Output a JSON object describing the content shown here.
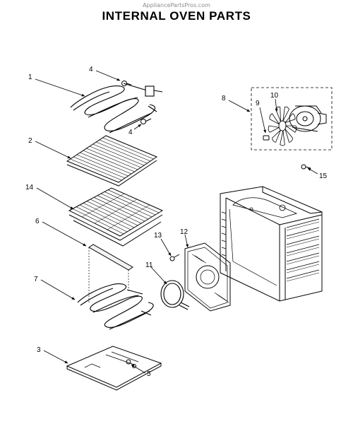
{
  "watermark": "AppliancePartsPros.com",
  "title": "INTERNAL OVEN PARTS",
  "callouts": [
    "1",
    "2",
    "3",
    "4",
    "4",
    "5",
    "6",
    "7",
    "8",
    "9",
    "10",
    "11",
    "12",
    "13",
    "14",
    "15"
  ]
}
